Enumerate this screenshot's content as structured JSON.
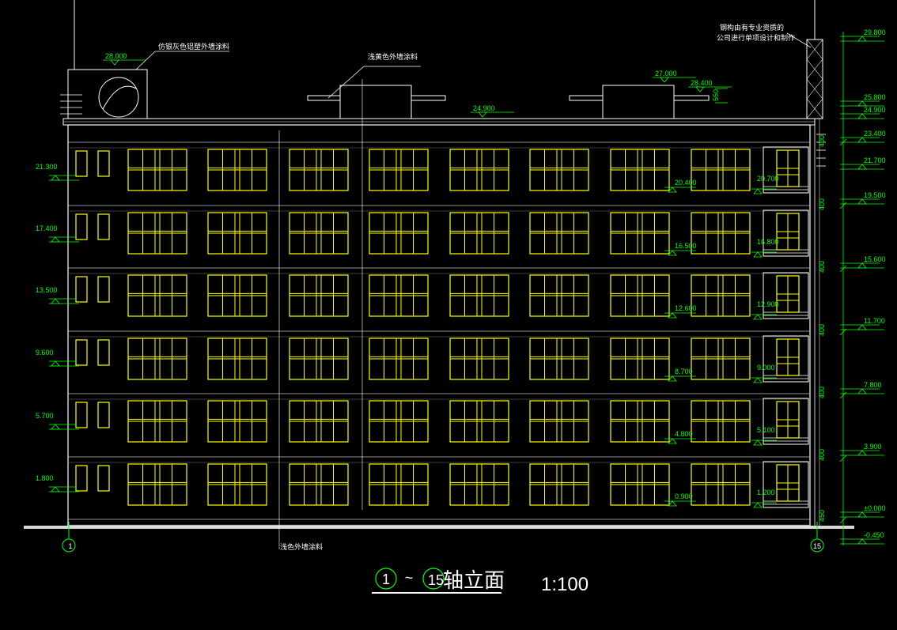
{
  "colors": {
    "background": "#000000",
    "building": "#ffffff",
    "windows": "#ffff00",
    "elevations": "#00ff00",
    "axis": "#00ff00",
    "grid": "#bfbfbf"
  },
  "drawing": {
    "title_axis_start": "1",
    "title_tilde": "~",
    "title_axis_end": "15",
    "title_text": "轴立面",
    "scale": "1:100"
  },
  "axis_labels": {
    "left": "1",
    "right": "15"
  },
  "annotations": {
    "roof_left": "仿银灰色铝塑外墙涂料",
    "roof_center": "浅黄色外墙涂料",
    "right_tower_line1": "钢构由有专业资质的",
    "right_tower_line2": "公司进行单项设计和制作",
    "bottom": "浅色外墙涂料"
  },
  "elevations": {
    "left": [
      "21.300",
      "17.400",
      "13.500",
      "9.600",
      "5.700",
      "1.800"
    ],
    "inner": [
      "20.400",
      "16.500",
      "12.600",
      "8.700",
      "4.800",
      "0.900"
    ],
    "balcony": [
      "20.700",
      "16.800",
      "12.900",
      "9.000",
      "5.100",
      "1.200"
    ],
    "right": [
      "29.800",
      "25.800",
      "24.900",
      "23.400",
      "21.700",
      "19.500",
      "15.600",
      "11.700",
      "7.800",
      "3.900",
      "±0.000",
      "-0.450"
    ],
    "roof": [
      "28.000",
      "27.000",
      "28.400",
      "24.900"
    ]
  },
  "dimensions": {
    "roof_height": "550",
    "floor": "400",
    "ground": "450"
  }
}
